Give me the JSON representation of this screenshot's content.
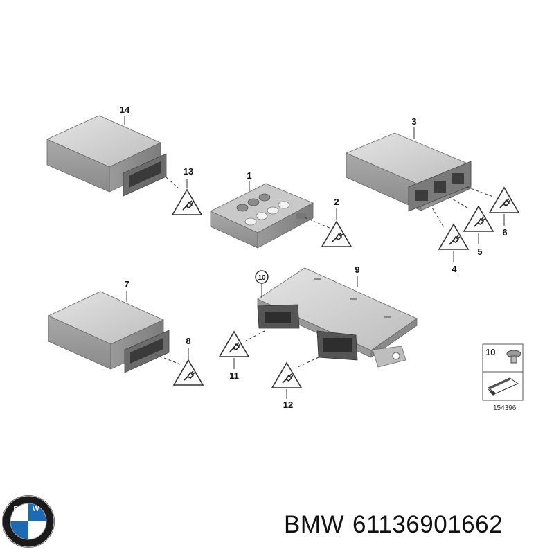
{
  "callouts": {
    "c1": "1",
    "c2": "2",
    "c3": "3",
    "c4": "4",
    "c5": "5",
    "c6": "6",
    "c7": "7",
    "c8": "8",
    "c9": "9",
    "c10": "10",
    "c11": "11",
    "c12": "12",
    "c13": "13",
    "c14": "14"
  },
  "legend": {
    "item_number": "10",
    "diagram_id": "154396"
  },
  "logo": {
    "letters": "BMW"
  },
  "footer": {
    "brand": "BMW",
    "part_number": "61136901662"
  }
}
